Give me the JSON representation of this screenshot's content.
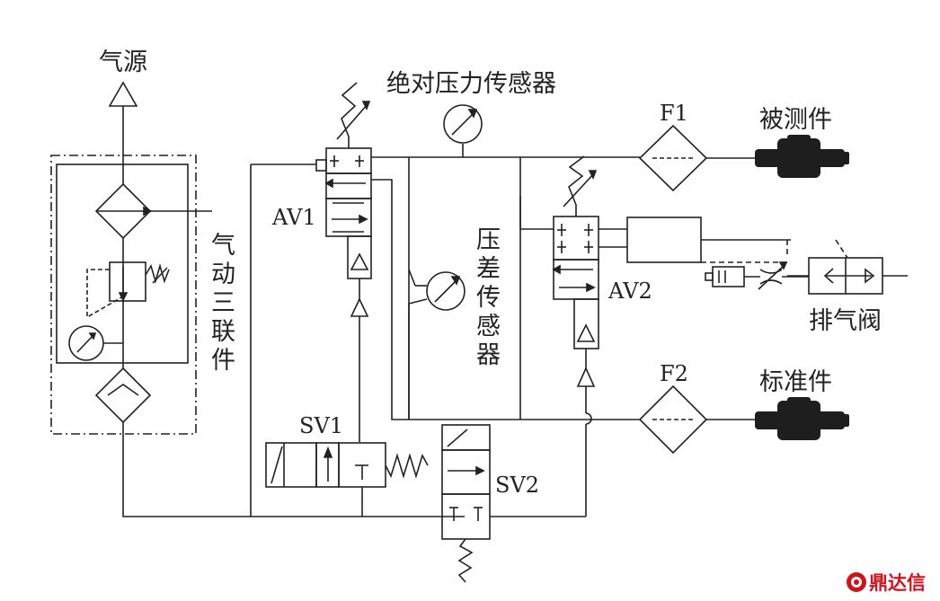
{
  "labels": {
    "air_source": "气源",
    "abs_pressure_sensor": "绝对压力传感器",
    "frl_unit": [
      "气",
      "动",
      "三",
      "联",
      "件"
    ],
    "diff_pressure_sensor": [
      "压",
      "差",
      "传",
      "感",
      "器"
    ],
    "av1": "AV1",
    "av2": "AV2",
    "sv1": "SV1",
    "sv2": "SV2",
    "f1": "F1",
    "f2": "F2",
    "test_part": "被测件",
    "standard_part": "标准件",
    "exhaust_valve": "排气阀"
  },
  "watermark": {
    "text": "鼎达信",
    "color": "#d0121b"
  },
  "colors": {
    "line": "#222222",
    "part": "#1e1e1e",
    "background": "#ffffff"
  }
}
